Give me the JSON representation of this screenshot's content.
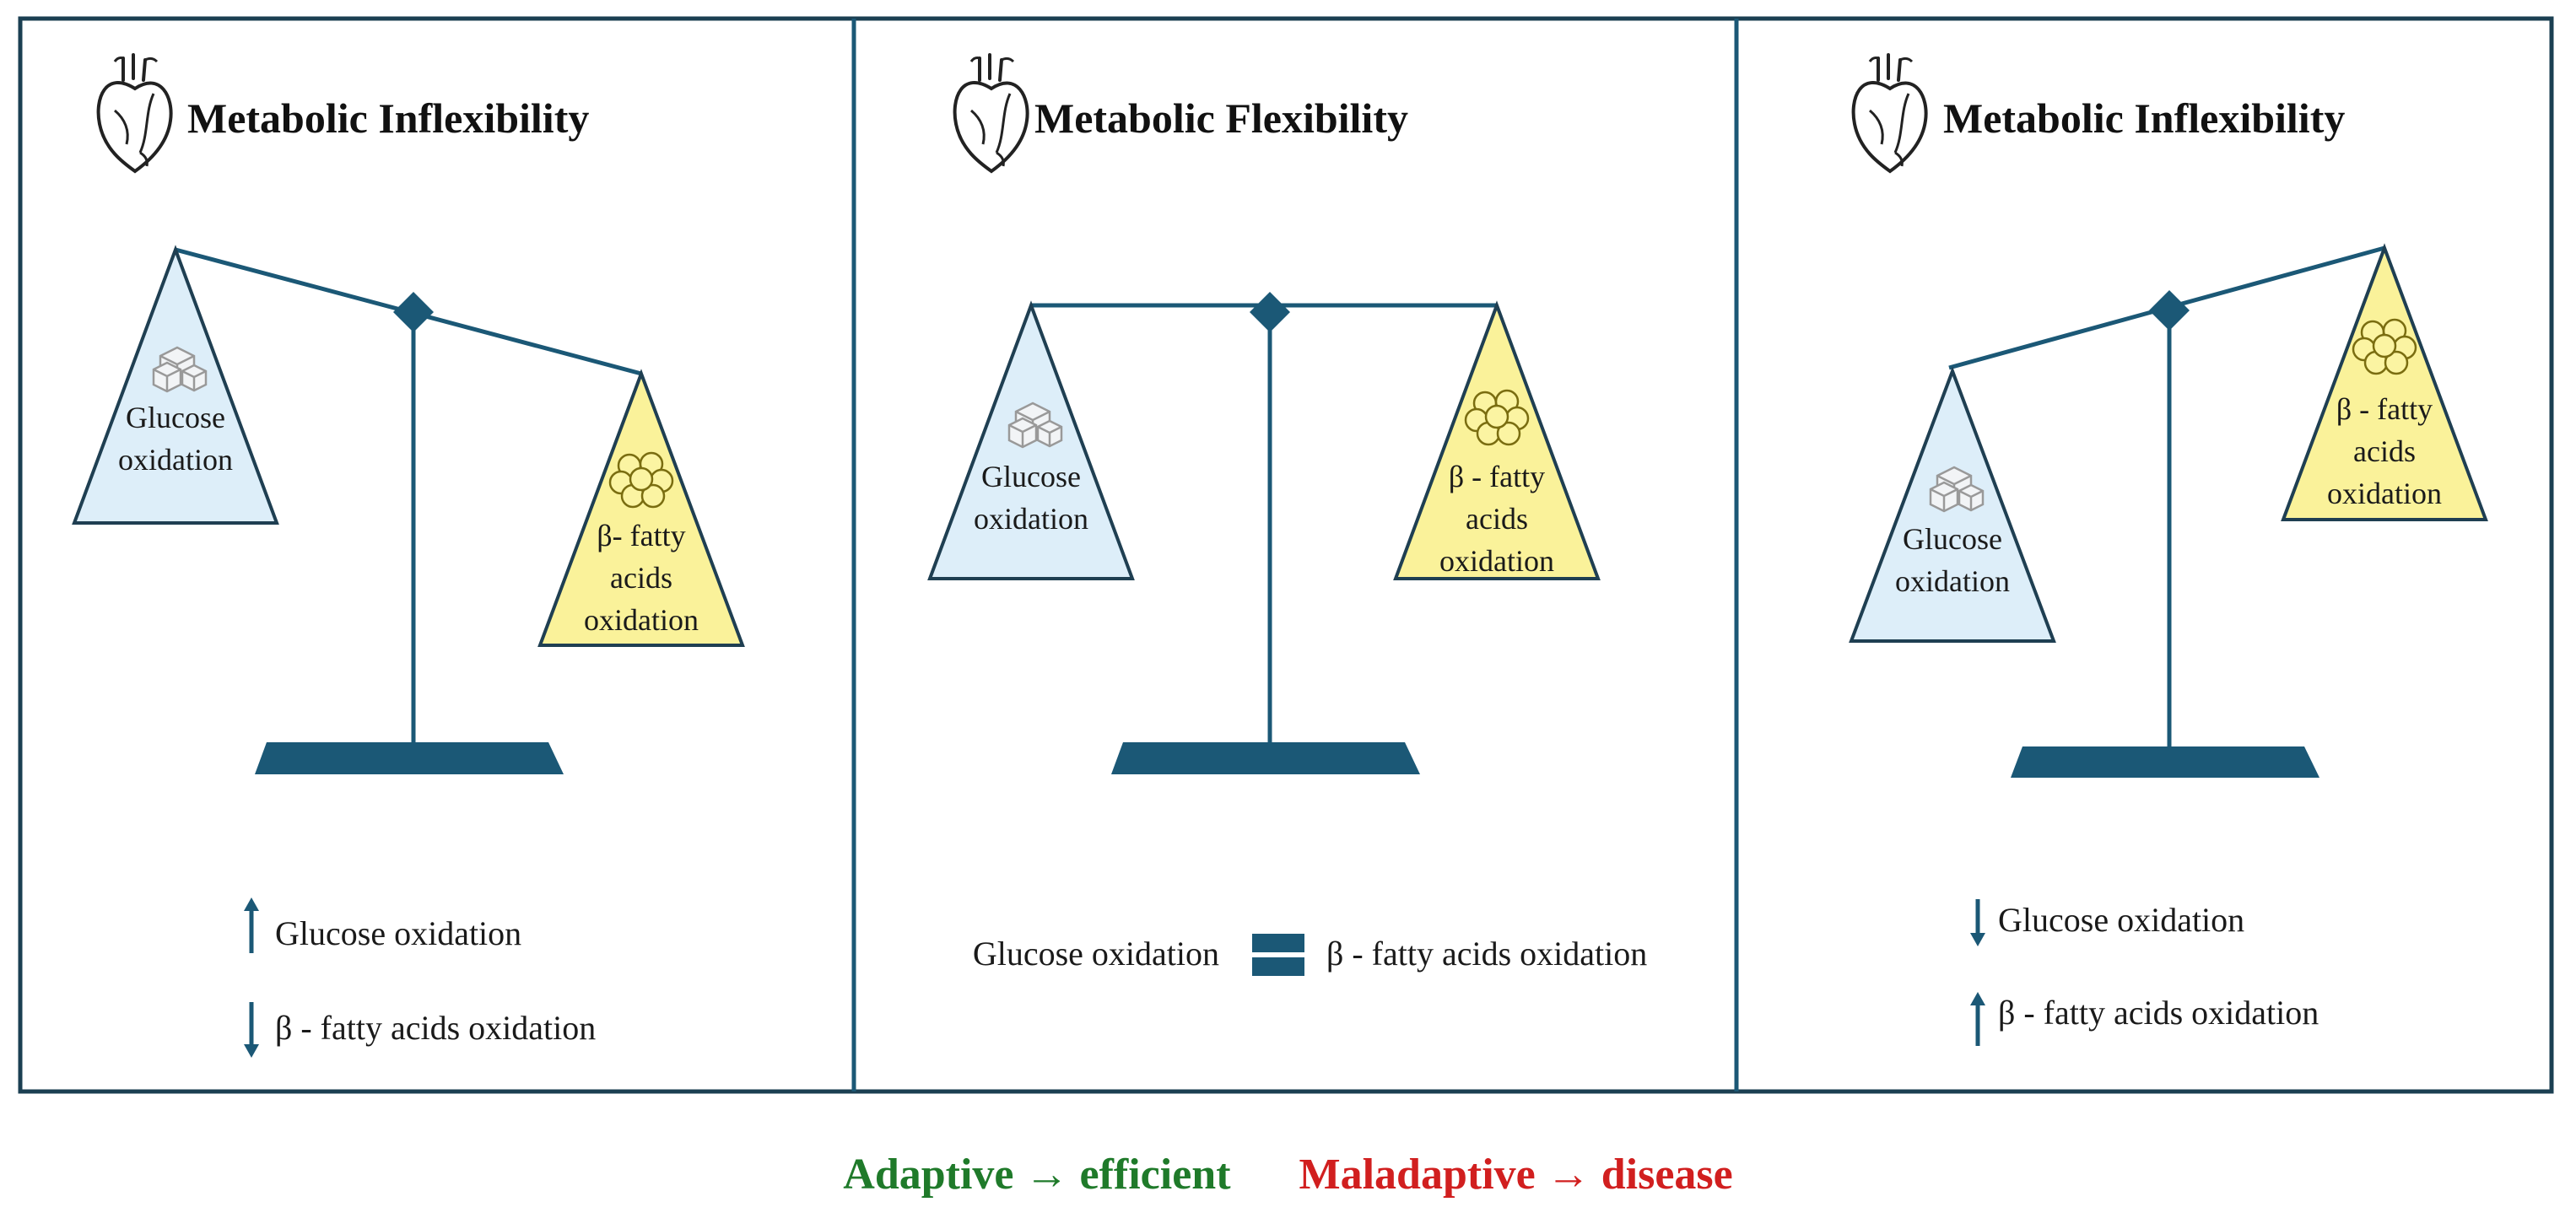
{
  "panels": [
    {
      "title": "Metabolic Inflexibility",
      "left_pan": {
        "label_line1": "Glucose",
        "label_line2": "oxidation"
      },
      "right_pan": {
        "label_line1": "β- fatty",
        "label_line2": "acids",
        "label_line3": "oxidation"
      },
      "legend": [
        {
          "direction": "up",
          "text": "Glucose oxidation"
        },
        {
          "direction": "down",
          "text": "β - fatty acids oxidation"
        }
      ]
    },
    {
      "title": "Metabolic Flexibility",
      "left_pan": {
        "label_line1": "Glucose",
        "label_line2": "oxidation"
      },
      "right_pan": {
        "label_line1": "β - fatty",
        "label_line2": "acids",
        "label_line3": "oxidation"
      },
      "legend_inline": {
        "left": "Glucose oxidation",
        "symbol": "equals",
        "right": "β - fatty acids oxidation"
      }
    },
    {
      "title": "Metabolic Inflexibility",
      "left_pan": {
        "label_line1": "Glucose",
        "label_line2": "oxidation"
      },
      "right_pan": {
        "label_line1": "β - fatty",
        "label_line2": "acids",
        "label_line3": "oxidation"
      },
      "legend": [
        {
          "direction": "down",
          "text": "Glucose oxidation"
        },
        {
          "direction": "up",
          "text": "β - fatty acids oxidation"
        }
      ]
    }
  ],
  "icons": {
    "panel_header": "heart-outline-icon",
    "glucose": "sugar-cubes-icon",
    "fatty_acids": "fat-droplets-icon"
  },
  "footer": {
    "adaptive": "Adaptive → efficient",
    "maladaptive": "Maladaptive → disease"
  },
  "colors": {
    "scale": "#1b5876",
    "glucose_fill": "#ddeef9",
    "fatty_fill": "#faf29a",
    "adaptive": "#1f7a2a",
    "maladaptive": "#d11f1f"
  }
}
